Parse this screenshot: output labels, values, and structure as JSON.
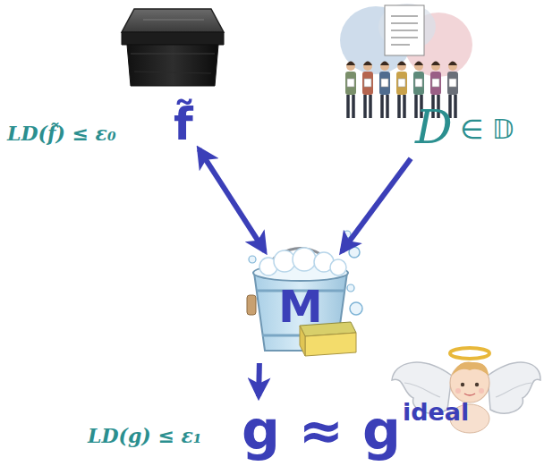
{
  "diagram": {
    "nodes": [
      {
        "text": [
          "f̃"
        ]
      },
      {
        "text": [
          "D"
        ]
      },
      {
        "text": [
          "M"
        ]
      },
      {
        "text": [
          "g ≈ g",
          "ideal"
        ]
      }
    ],
    "edges": [
      {
        "from": 0,
        "to": 2,
        "arrow": "both"
      },
      {
        "from": 1,
        "to": 2,
        "arrow": "to"
      },
      {
        "from": 2,
        "to": 3,
        "arrow": "to"
      }
    ],
    "labels": [
      "LD(f̃) ≤ ε₀",
      "∈ 𝔻",
      "LD(g) ≤ ε₁"
    ]
  }
}
